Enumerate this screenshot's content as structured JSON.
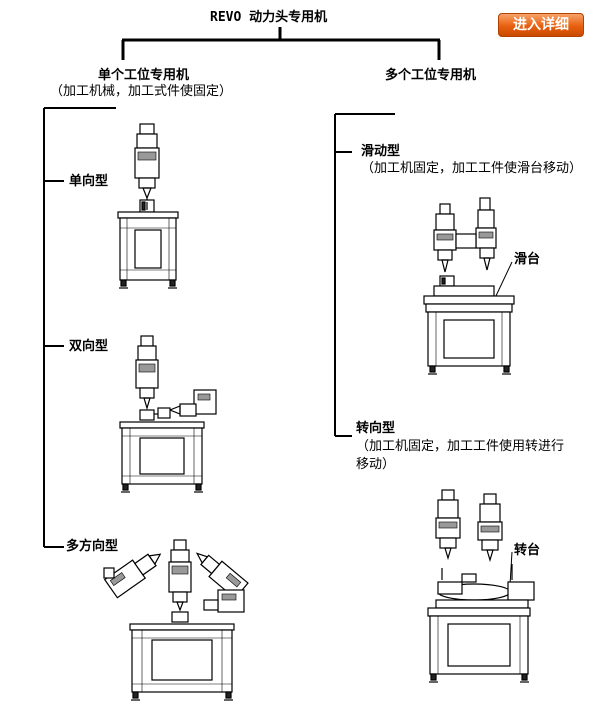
{
  "header": {
    "title": "REVO 动力头专用机",
    "detail_button": "进入详细"
  },
  "left_branch": {
    "title": "单个工位专用机",
    "subtitle": "（加工机械，加工式件使固定）",
    "types": [
      {
        "label": "单向型"
      },
      {
        "label": "双向型"
      },
      {
        "label": "多方向型"
      }
    ]
  },
  "right_branch": {
    "title": "多个工位专用机",
    "types": [
      {
        "label": "滑动型",
        "description": "（加工机固定，加工工件使滑台移动）",
        "part_label": "滑台"
      },
      {
        "label": "转向型",
        "description_line1": "（加工机固定，加工工件使用转进行",
        "description_line2": "移动）",
        "part_label": "转台"
      }
    ]
  }
}
